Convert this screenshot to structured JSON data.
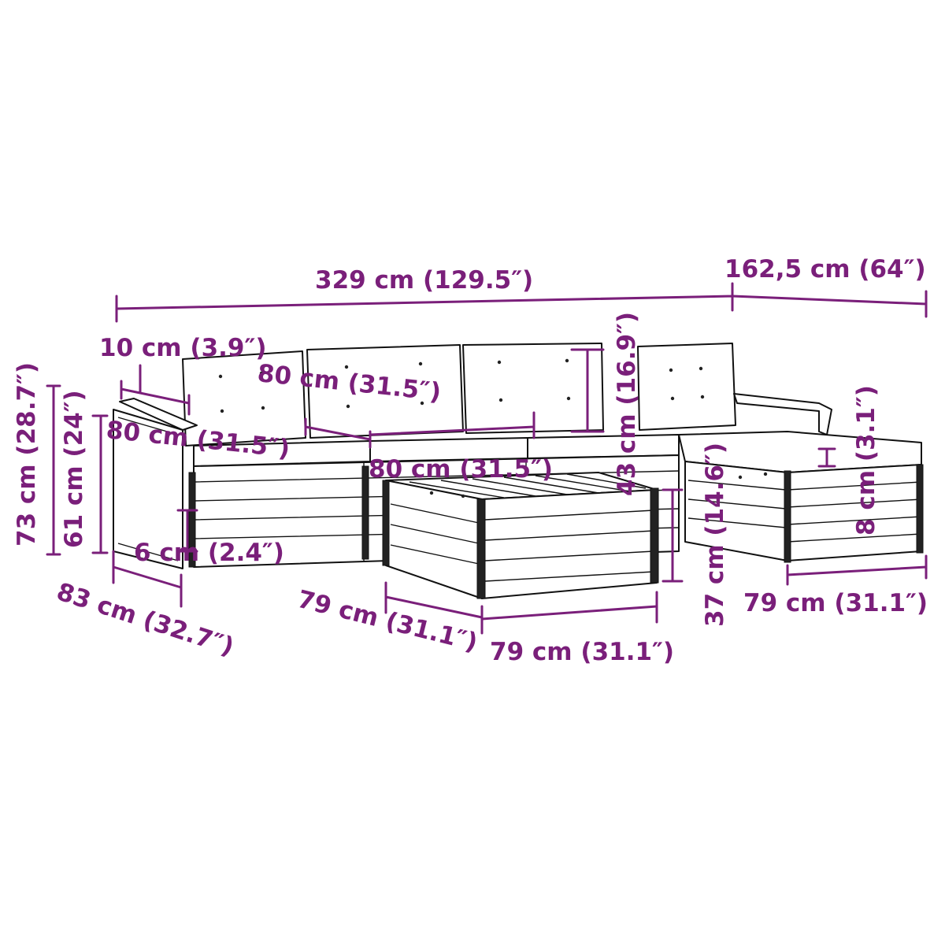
{
  "dimensions": {
    "total_length": "329 cm (129.5″)",
    "corner_length": "162,5 cm (64″)",
    "armrest_width": "10 cm (3.9″)",
    "back_cushion_height": "43 cm (16.9″)",
    "seat_width_back": "80 cm (31.5″)",
    "seat_width_left": "80 cm (31.5″)",
    "seat_width_front": "80 cm (31.5″)",
    "overall_height": "73 cm (28.7″)",
    "armrest_height": "61 cm (24″)",
    "leg_height": "6 cm (2.4″)",
    "depth": "83 cm (32.7″)",
    "table_depth": "79 cm (31.1″)",
    "table_width": "79 cm (31.1″)",
    "seat_height": "37 cm (14.6″)",
    "cushion_thickness": "8 cm (3.1″)",
    "footstool_width": "79 cm (31.1″)"
  },
  "colors": {
    "dimension": "#7a1f7a",
    "outline": "#111111",
    "background": "#ffffff"
  }
}
